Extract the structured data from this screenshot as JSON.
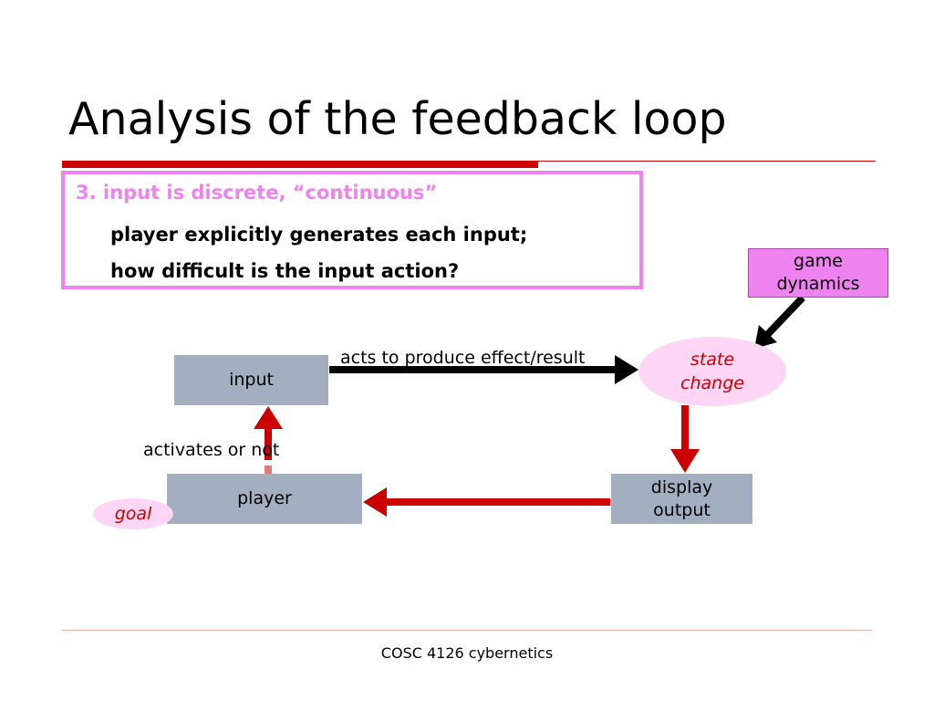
{
  "slide": {
    "title": "Analysis of the feedback loop",
    "footer": "COSC 4126 cybernetics"
  },
  "callout": {
    "heading": "3. input is discrete, “continuous”",
    "lines": [
      "player explicitly generates each input;",
      "how difficult is the input action?"
    ]
  },
  "diagram": {
    "nodes": {
      "input": "input",
      "player": "player",
      "display_output": [
        "display",
        "output"
      ],
      "state_change": [
        "state",
        "change"
      ],
      "game_dynamics": [
        "game",
        "dynamics"
      ],
      "goal": "goal"
    },
    "edge_labels": {
      "input_to_state": "acts to produce effect/result",
      "player_to_input": "activates or not"
    }
  },
  "colors": {
    "accent_red": "#cc0000",
    "callout_border": "#ee82ee",
    "box_fill": "#a3afc0",
    "ellipse_fill": "#fdd5f5",
    "game_fill": "#ee82ee",
    "player_arrow": "#e07a7a"
  }
}
